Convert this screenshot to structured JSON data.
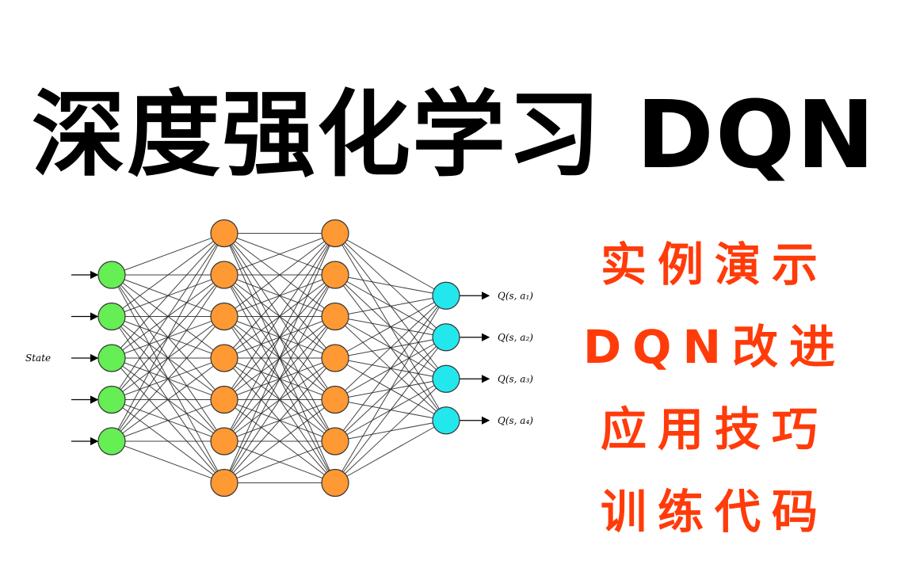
{
  "title": "深度强化学习 DQN",
  "features": [
    "实例演示",
    "DQN改进",
    "应用技巧",
    "训练代码"
  ],
  "network": {
    "input_label": "State",
    "output_labels": [
      "Q(s, a₁)",
      "Q(s, a₂)",
      "Q(s, a₃)",
      "Q(s, a₄)"
    ],
    "layer_sizes": [
      5,
      7,
      7,
      4
    ],
    "colors": {
      "input": "#66ee55",
      "hidden": "#ff9933",
      "output": "#22e8ee"
    }
  }
}
